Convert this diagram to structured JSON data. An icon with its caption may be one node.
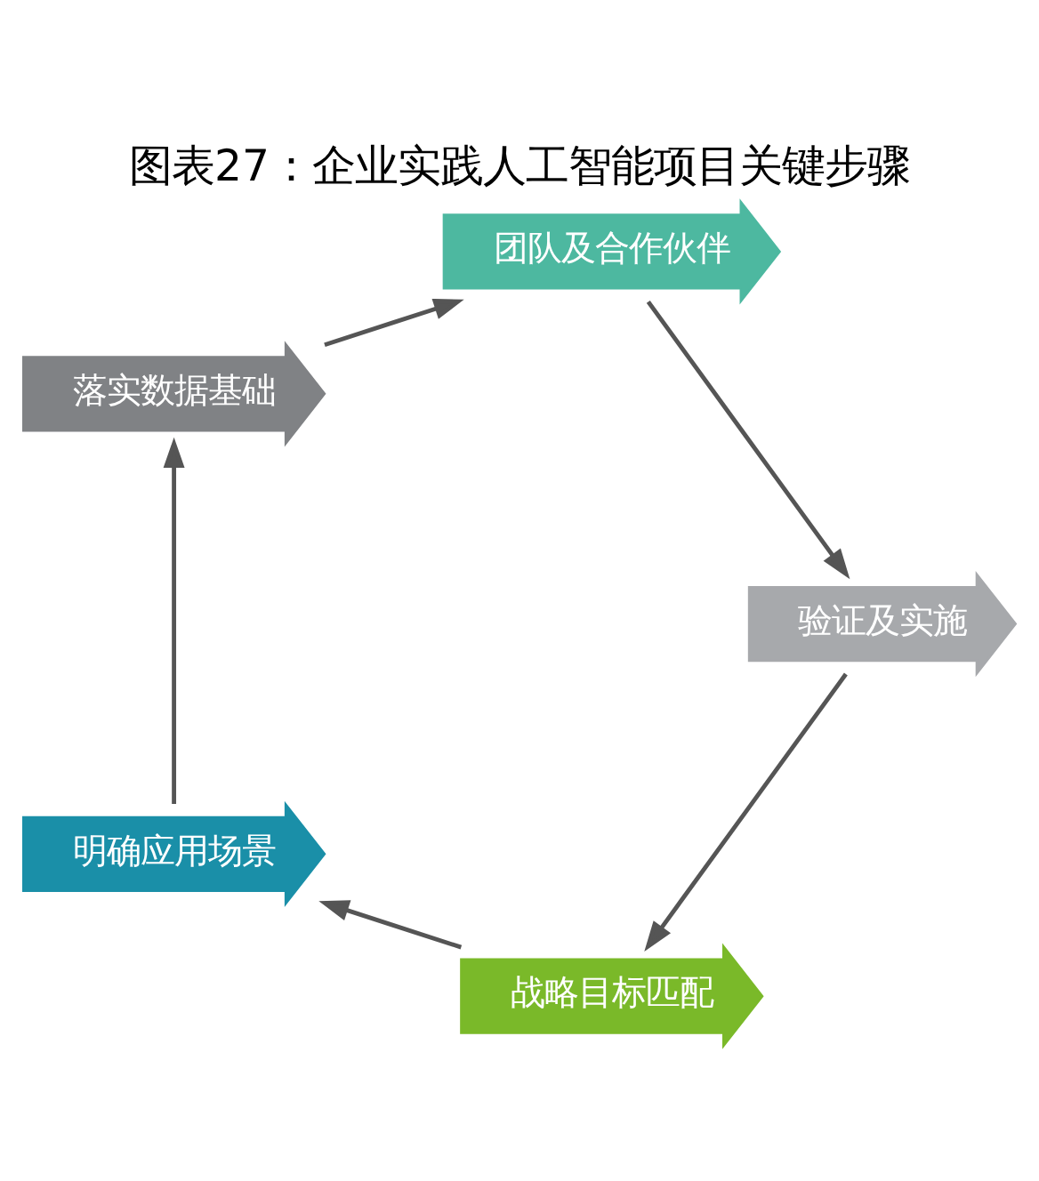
{
  "diagram": {
    "title": "图表27：企业实践人工智能项目关键步骤",
    "nodes": [
      {
        "text": [
          "战略目标匹配"
        ]
      },
      {
        "text": [
          "明确应用场景"
        ]
      },
      {
        "text": [
          "落实数据基础"
        ]
      },
      {
        "text": [
          "团队及合作伙伴"
        ]
      },
      {
        "text": [
          "验证及实施"
        ]
      }
    ],
    "edges": [
      {
        "from": 0,
        "to": 1,
        "arrow": "to"
      },
      {
        "from": 1,
        "to": 2,
        "arrow": "to"
      },
      {
        "from": 2,
        "to": 3,
        "arrow": "to"
      },
      {
        "from": 3,
        "to": 4,
        "arrow": "to"
      },
      {
        "from": 4,
        "to": 0,
        "arrow": "to"
      }
    ]
  }
}
